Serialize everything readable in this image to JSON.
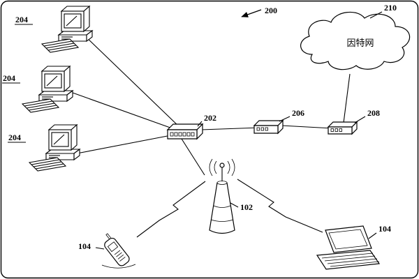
{
  "figure": {
    "ref_label": "200",
    "cloud": {
      "ref": "210",
      "label": "因特网"
    },
    "computers": [
      {
        "ref": "204"
      },
      {
        "ref": "204"
      },
      {
        "ref": "204"
      }
    ],
    "switch": {
      "ref": "202"
    },
    "device_206": {
      "ref": "206"
    },
    "device_208": {
      "ref": "208"
    },
    "base_station": {
      "ref": "102"
    },
    "mobile_phone": {
      "ref": "104"
    },
    "laptop": {
      "ref": "104"
    }
  }
}
